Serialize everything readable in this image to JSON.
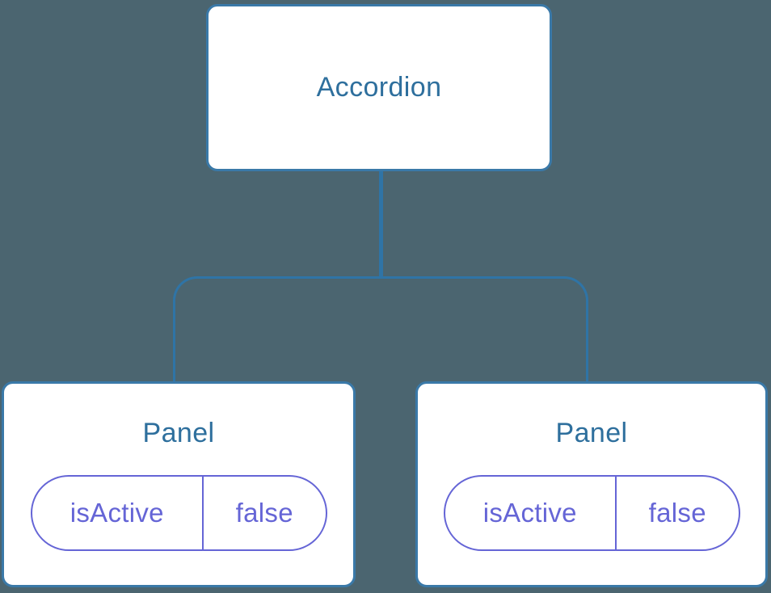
{
  "diagram": {
    "type": "component-tree",
    "root": {
      "label": "Accordion"
    },
    "children": [
      {
        "label": "Panel",
        "state": {
          "key": "isActive",
          "value": "false"
        }
      },
      {
        "label": "Panel",
        "state": {
          "key": "isActive",
          "value": "false"
        }
      }
    ]
  },
  "colors": {
    "background": "#4b6570",
    "node_fill": "#ffffff",
    "node_border": "#3a79a8",
    "node_text": "#2e6f9d",
    "connector": "#2f74a6",
    "state_accent": "#6565d6"
  }
}
